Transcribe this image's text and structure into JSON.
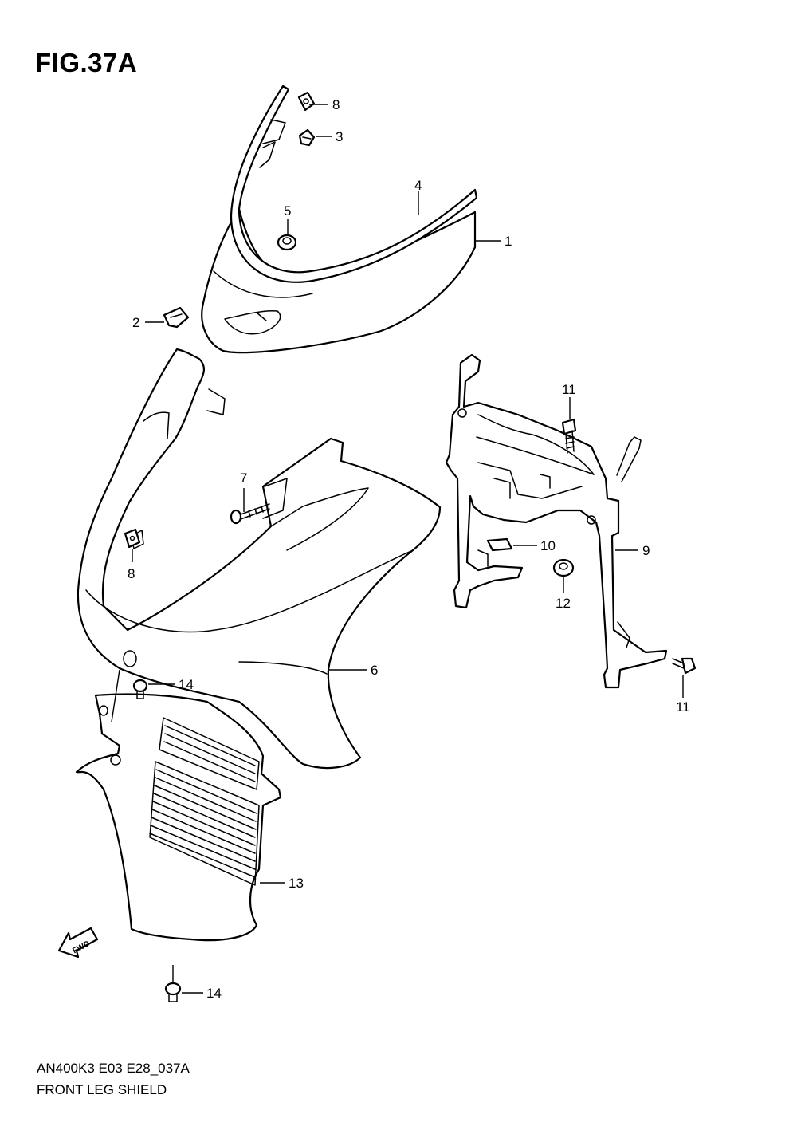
{
  "figure": {
    "title": "FIG.37A"
  },
  "callouts": [
    {
      "id": "c1",
      "label": "1"
    },
    {
      "id": "c2",
      "label": "2"
    },
    {
      "id": "c3",
      "label": "3"
    },
    {
      "id": "c4",
      "label": "4"
    },
    {
      "id": "c5",
      "label": "5"
    },
    {
      "id": "c6",
      "label": "6"
    },
    {
      "id": "c7",
      "label": "7"
    },
    {
      "id": "c8a",
      "label": "8"
    },
    {
      "id": "c8b",
      "label": "8"
    },
    {
      "id": "c9",
      "label": "9"
    },
    {
      "id": "c10",
      "label": "10"
    },
    {
      "id": "c11a",
      "label": "11"
    },
    {
      "id": "c11b",
      "label": "11"
    },
    {
      "id": "c12",
      "label": "12"
    },
    {
      "id": "c13",
      "label": "13"
    },
    {
      "id": "c14a",
      "label": "14"
    },
    {
      "id": "c14b",
      "label": "14"
    }
  ],
  "fwd_arrow": {
    "label": "FWD"
  },
  "footer": {
    "code": "AN400K3 E03 E28_037A",
    "name": "FRONT LEG SHIELD"
  }
}
